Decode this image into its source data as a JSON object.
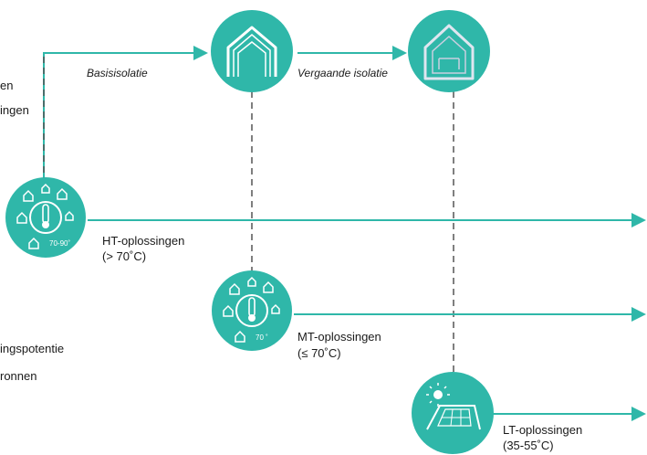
{
  "colors": {
    "teal": "#2fb7a9",
    "dash": "#555555",
    "white": "#ffffff"
  },
  "left_fragments": {
    "line1": "en",
    "line2": "ingen",
    "line3": "ingspotentie",
    "line4": "ronnen"
  },
  "steps": {
    "basic": "Basisisolatie",
    "advanced": "Vergaande isolatie"
  },
  "solutions": {
    "ht": {
      "name": "HT-oplossingen",
      "temp": "(> 70˚C)",
      "icon_label": "70-90˚"
    },
    "mt": {
      "name": "MT-oplossingen",
      "temp": "(≤ 70˚C)",
      "icon_label": "70 ˚"
    },
    "lt": {
      "name": "LT-oplossingen",
      "temp": "(35-55˚C)"
    }
  },
  "icons": {
    "ht": "thermometer-houses-icon",
    "mt": "thermometer-houses-icon",
    "lt": "sun-solar-roof-icon",
    "basic": "insulated-house-icon",
    "advanced": "deep-insulated-house-icon"
  }
}
